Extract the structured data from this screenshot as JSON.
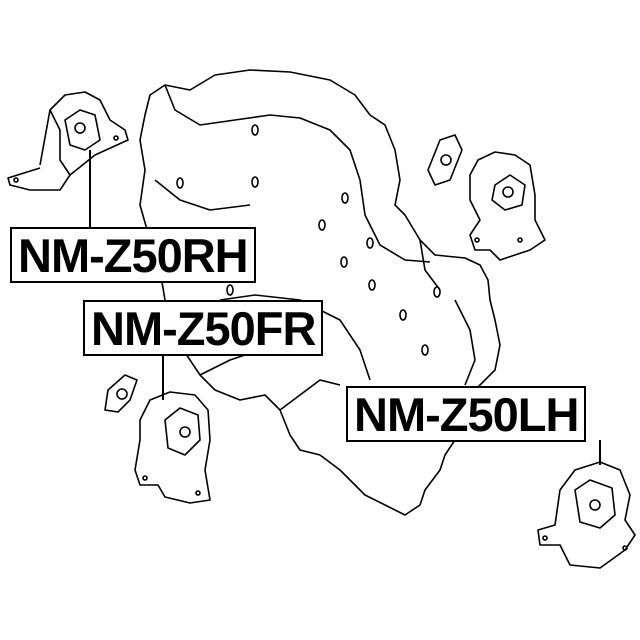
{
  "labels": {
    "rh": "NM-Z50RH",
    "fr": "NM-Z50FR",
    "lh": "NM-Z50LH"
  }
}
